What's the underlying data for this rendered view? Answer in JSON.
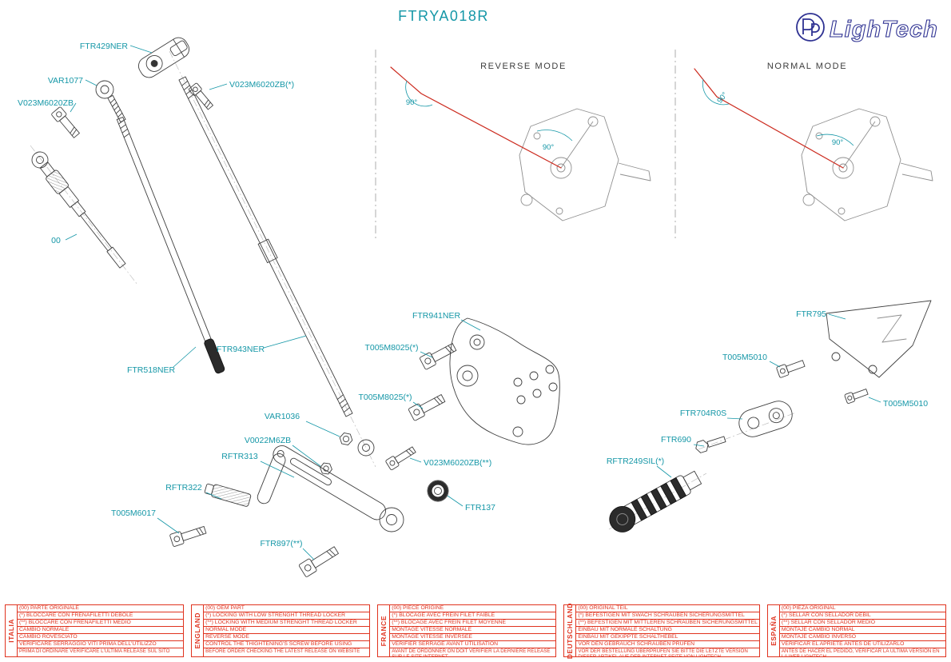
{
  "title": "FTRYA018R",
  "logo": {
    "brand": "LighTech"
  },
  "colors": {
    "accent_teal": "#1597A7",
    "brand_blue": "#2E3192",
    "alert_red": "#E0331F",
    "drawing_line": "#3F3F3F",
    "linkage_red": "#CC2A1E"
  },
  "modes": {
    "reverse_label": "REVERSE MODE",
    "normal_label": "NORMAL MODE",
    "angle_labels": [
      "90°",
      "90°",
      "90°",
      "90°"
    ]
  },
  "parts": [
    {
      "id": "FTR429NER"
    },
    {
      "id": "VAR1077"
    },
    {
      "id": "V023M6020ZB"
    },
    {
      "id": "V023M6020ZB(*)"
    },
    {
      "id": "00"
    },
    {
      "id": "FTR518NER"
    },
    {
      "id": "FTR943NER"
    },
    {
      "id": "FTR941NER"
    },
    {
      "id": "T005M8025(*)"
    },
    {
      "id": "T005M8025(*)"
    },
    {
      "id": "VAR1036"
    },
    {
      "id": "V0022M6ZB"
    },
    {
      "id": "RFTR313"
    },
    {
      "id": "RFTR322"
    },
    {
      "id": "T005M6017"
    },
    {
      "id": "FTR897(**)"
    },
    {
      "id": "V023M6020ZB(**)"
    },
    {
      "id": "FTR137"
    },
    {
      "id": "FTR795"
    },
    {
      "id": "T005M5010"
    },
    {
      "id": "T005M5010"
    },
    {
      "id": "FTR704R0S"
    },
    {
      "id": "FTR690"
    },
    {
      "id": "RFTR249SIL(*)"
    }
  ],
  "tables": [
    {
      "lang": "ITALIA",
      "rows": [
        "(00) PARTE ORIGINALE",
        "(*)  BLOCCARE CON FRENAFILETTI DEBOLE",
        "(**)  BLOCCARE CON FRENAFILETTI MEDIO",
        "CAMBIO NORMALE",
        "CAMBIO ROVESCIATO",
        "VERIFICARE SERRAGGIO VITI PRIMA DELL'UTILIZZO",
        "PRIMA DI ORDINARE VERIFICARE L'ULTIMA RELEASE SUL SITO"
      ]
    },
    {
      "lang": "ENGLAND",
      "rows": [
        "(00) OEM PART",
        "(*)  LOCKING WITH LOW STRENGHT THREAD LOCKER",
        "(**)  LOCKING WITH MEDIUM STRENGHT THREAD LOCKER",
        "NORMAL MODE",
        "REVERSE MODE",
        "CONTROL THE THIGHTENING'S SCREW BEFORE USING",
        "BEFORE ORDER CHECKING THE LATEST RELEASE ON WEBSITE"
      ]
    },
    {
      "lang": "FRANCE",
      "rows": [
        "(00) PIECE ORIGINE",
        "(*)  BLOCAGE AVEC FREIN FILET FAIBLE",
        "(**)  BLOCAGE AVEC FREIN FILET MOYENNE",
        "MONTAGE VITESSE NORMALE",
        "MONTAGE VITESSE INVERSEE",
        "VERIFIER SERRAGE AVANT UTILISATION",
        "AVANT DE ORDONNER ON DOIT VÉRIFIER LA DERNIERE RELEASE SUR LE SITE INTERNET"
      ]
    },
    {
      "lang": "DEUTSCHLAND",
      "rows": [
        "(00) ORIGINAL TEIL",
        "(*)  BEFESTIGEN MIT SWACH SCHRAUBEN SICHERUNGSMITTEL",
        "(**)  BEFESTIGEN MIT MITTLEREN SCHRAUBEN SICHERUNGSMITTEL",
        "EINBAU MIT NORMALE SCHALTUNG",
        "EINBAU MIT GEKIPPTE SCHALTHEBEL",
        "VOR DEN GEBRAUCH SCHRAUBEN PRÜFEN",
        "VOR DER BESTELLUNG ÜBERPRÜFEN SIE BITTE DIE LETZTE VERSION DIESER ARTIKEL AUF DER INTERNET SEITE VON LIGHTECH"
      ]
    },
    {
      "lang": "ESPAÑA",
      "rows": [
        "(00) PIEZA ORIGINAL",
        "(*)  SELLAR CON SELLADOR DEBIL",
        "(**)  SELLAR CON SELLADOR MEDIO",
        "MONTAJE CAMBIO NORMAL",
        "MONTAJE CAMBIO INVERSO",
        "VERIFICAR EL APRIETE ANTES DE UTILIZARLO",
        "ANTES DE HACER EL PEDIDO, VERIFICAR LA ULTIMA VERSION EN LA WEB LIGHTECH"
      ]
    }
  ]
}
